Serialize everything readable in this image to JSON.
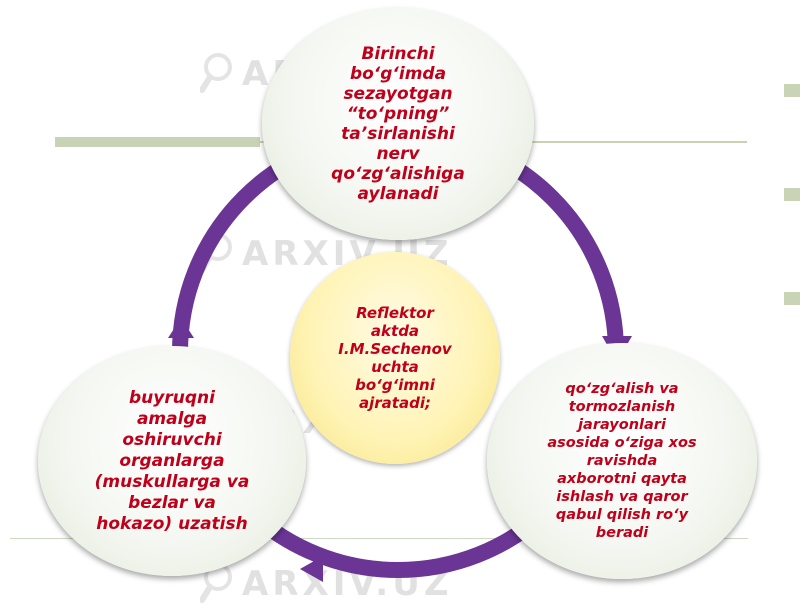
{
  "nodes": {
    "top": "Birinchi\nbo‘g‘imda\nsezayotgan\n“to‘pning”\nta’sirlanishi\nnerv\nqo‘zg‘alishiga\naylanadi",
    "center": "Reflektor\naktda\nI.M.Sechenov\nuchta\nbo‘g‘imni\najratadi;",
    "right": "qo‘zg‘alish va\ntormozlanish\njarayonlari\nasosida o‘ziga xos\nravishda\naxborotni qayta\nishlash va qaror\nqabul qilish ro‘y\nberadi",
    "left": "buyruqni\namalga\noshiruvchi\norganlarga\n(muskullarga va\nbezlar va\nhokazo) uzatish"
  },
  "watermark": "ARXIV.UZ",
  "colors": {
    "ring": "#6b3595",
    "text": "#c0001a",
    "accent_bar": "#c7d3b4"
  }
}
